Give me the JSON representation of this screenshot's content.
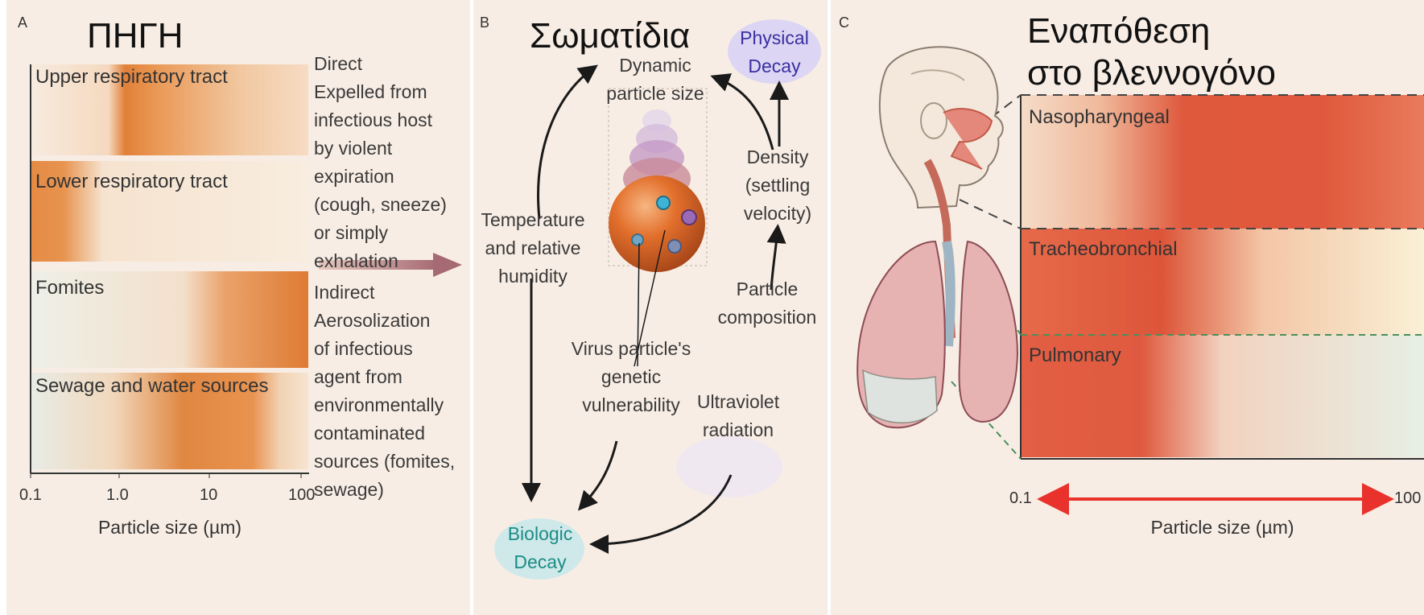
{
  "panel_a": {
    "letter": "A",
    "heading": "ΠΗΓΗ",
    "bands": [
      {
        "label": "Upper respiratory tract"
      },
      {
        "label": "Lower respiratory tract"
      },
      {
        "label": "Fomites"
      },
      {
        "label": "Sewage and water sources"
      }
    ],
    "direct_text": [
      "Direct",
      "Expelled from",
      "infectious host",
      "by violent",
      "expiration",
      "(cough, sneeze)",
      "or simply",
      "exhalation"
    ],
    "indirect_text": [
      "Indirect",
      "Aerosolization",
      "of infectious",
      "agent from",
      "environmentally",
      "contaminated",
      "sources (fomites,",
      "sewage)"
    ],
    "ticks": [
      "0.1",
      "1.0",
      "10",
      "100"
    ],
    "axis_label": "Particle size (µm)"
  },
  "panel_b": {
    "letter": "B",
    "heading": "Σωματίδια",
    "dynamic_size": [
      "Dynamic",
      "particle size"
    ],
    "physical_decay": [
      "Physical",
      "Decay"
    ],
    "density": [
      "Density",
      "(settling",
      "velocity)"
    ],
    "temperature": [
      "Temperature",
      "and relative",
      "humidity"
    ],
    "composition": [
      "Particle",
      "composition"
    ],
    "virus": [
      "Virus particle's",
      "genetic",
      "vulnerability"
    ],
    "uv": [
      "Ultraviolet",
      "radiation"
    ],
    "biologic_decay": [
      "Biologic",
      "Decay"
    ]
  },
  "panel_c": {
    "letter": "C",
    "heading_line1": "Εναπόθεση",
    "heading_line2": "στο βλεννογόνο",
    "bands": [
      {
        "label": "Nasopharyngeal"
      },
      {
        "label": "Tracheobronchial"
      },
      {
        "label": "Pulmonary"
      }
    ],
    "tick_left": "0.1",
    "tick_right": "100",
    "axis_label": "Particle size (µm)"
  },
  "colors": {
    "panel_bg": "#f8ede4",
    "orange": "#e07a2e",
    "red": "#d9472c",
    "physical_decay_bg": "#dcd6f4",
    "biologic_decay_bg": "#cfe9ea",
    "physical_decay_text": "#3a2fa0",
    "biologic_decay_text": "#1c8c86"
  }
}
